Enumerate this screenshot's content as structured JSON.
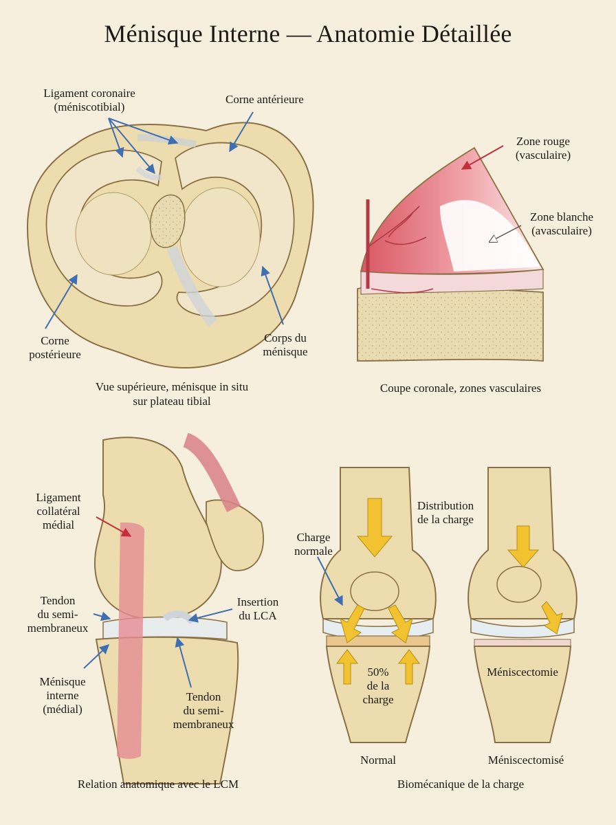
{
  "title": "Ménisque Interne — Anatomie Détaillée",
  "panels": {
    "top_view": {
      "caption_line1": "Vue supérieure, ménisque in situ",
      "caption_line2": "sur plateau tibial",
      "labels": {
        "coronary_ligament_l1": "Ligament coronaire",
        "coronary_ligament_l2": "(méniscotibial)",
        "anterior_horn": "Corne antérieure",
        "posterior_horn_l1": "Corne",
        "posterior_horn_l2": "postérieure",
        "body_l1": "Corps du",
        "body_l2": "ménisque"
      }
    },
    "coronal": {
      "caption": "Coupe coronale, zones vasculaires",
      "labels": {
        "red_zone_l1": "Zone rouge",
        "red_zone_l2": "(vasculaire)",
        "white_zone_l1": "Zone blanche",
        "white_zone_l2": "(avasculaire)"
      }
    },
    "mcl": {
      "caption": "Relation anatomique avec le LCM",
      "labels": {
        "mcl_l1": "Ligament",
        "mcl_l2": "collatéral",
        "mcl_l3": "médial",
        "semi_left_l1": "Tendon",
        "semi_left_l2": "du semi-",
        "semi_left_l3": "membraneux",
        "acl_l1": "Insertion",
        "acl_l2": "du LCA",
        "meniscus_l1": "Ménisque",
        "meniscus_l2": "interne",
        "meniscus_l3": "(médial)",
        "semi_right_l1": "Tendon",
        "semi_right_l2": "du semi-",
        "semi_right_l3": "membraneux"
      }
    },
    "biomech": {
      "caption": "Biomécanique de la charge",
      "labels": {
        "distribution_l1": "Distribution",
        "distribution_l2": "de la charge",
        "normal_load_l1": "Charge",
        "normal_load_l2": "normale",
        "percent_l1": "50%",
        "percent_l2": "de la",
        "percent_l3": "charge",
        "meniscectomy": "Méniscectomie",
        "normal": "Normal",
        "meniscectomized": "Méniscectomisé"
      }
    }
  },
  "colors": {
    "bone": "#ecdcae",
    "bone_shade": "#cdb27a",
    "cartilage": "#e9ecec",
    "red_zone": "#e0707a",
    "ligament": "#e08a92",
    "arrow_blue": "#3f6fb0",
    "arrow_red": "#c0303a",
    "load_arrow": "#f2c230"
  }
}
